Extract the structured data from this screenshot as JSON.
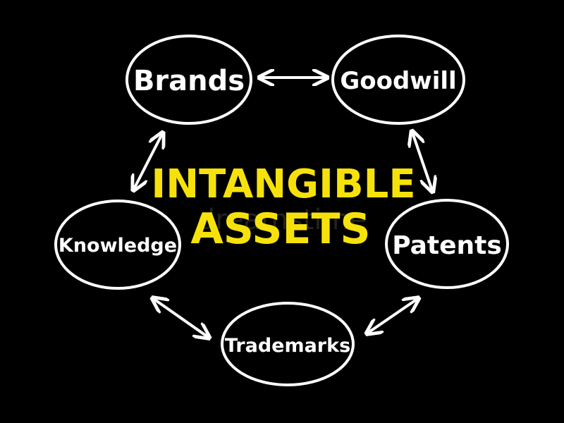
{
  "diagram": {
    "center": {
      "line1": "INTANGIBLE",
      "line2": "ASSETS"
    },
    "nodes": [
      {
        "id": "brands",
        "label": "Brands"
      },
      {
        "id": "goodwill",
        "label": "Goodwill"
      },
      {
        "id": "patents",
        "label": "Patents"
      },
      {
        "id": "trademarks",
        "label": "Trademarks"
      },
      {
        "id": "knowledge",
        "label": "Knowledge"
      }
    ],
    "watermark": "dreamstime",
    "colors": {
      "background": "#000000",
      "node": "#ffffff",
      "center": "#f6e20a"
    }
  }
}
